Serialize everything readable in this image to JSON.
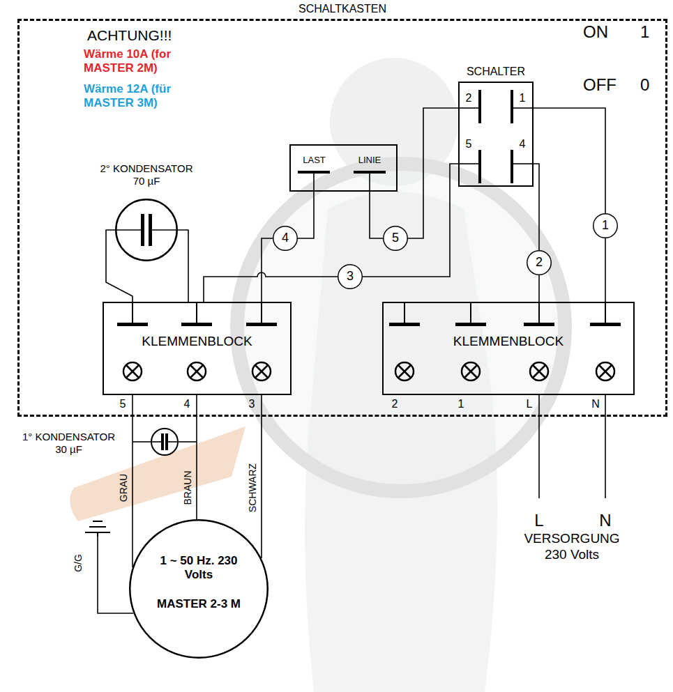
{
  "diagram": {
    "nodes": [
      {
        "text": [
          "SCHALTKASTEN"
        ]
      },
      {
        "text": [
          "SCHALTER",
          "2",
          "1",
          "5",
          "4"
        ],
        "in": 0
      },
      {
        "text": [
          "LAST",
          "LINIE"
        ],
        "in": 0
      },
      {
        "text": [
          "2° KONDENSATOR 70 µF"
        ],
        "in": 0
      },
      {
        "text": [
          "KLEMMENBLOCK",
          "5",
          "4",
          "3"
        ],
        "in": 0
      },
      {
        "text": [
          "KLEMMENBLOCK",
          "2",
          "1",
          "L",
          "N"
        ],
        "in": 0
      },
      {
        "text": [
          "1"
        ],
        "in": 0
      },
      {
        "text": [
          "2"
        ],
        "in": 0
      },
      {
        "text": [
          "3"
        ],
        "in": 0
      },
      {
        "text": [
          "4"
        ],
        "in": 0
      },
      {
        "text": [
          "5"
        ],
        "in": 0
      },
      {
        "text": [
          "1° KONDENSATOR 30 µF"
        ]
      },
      {
        "text": [
          "1 ~ 50 Hz. 230 Volts",
          "MASTER 2-3 M"
        ]
      }
    ],
    "edges": [
      {
        "from": 1,
        "to": 6,
        "arrow": "none"
      },
      {
        "from": 6,
        "to": 5,
        "arrow": "none"
      },
      {
        "from": 1,
        "to": 7,
        "arrow": "none"
      },
      {
        "from": 7,
        "to": 5,
        "arrow": "none"
      },
      {
        "from": 1,
        "to": 8,
        "arrow": "none"
      },
      {
        "from": 8,
        "to": 4,
        "arrow": "none"
      },
      {
        "from": 2,
        "to": 9,
        "arrow": "none"
      },
      {
        "from": 9,
        "to": 4,
        "arrow": "none"
      },
      {
        "from": 2,
        "to": 10,
        "arrow": "none"
      },
      {
        "from": 10,
        "to": 1,
        "arrow": "none"
      },
      {
        "from": 3,
        "to": 4,
        "arrow": "none"
      },
      {
        "from": 3,
        "to": 4,
        "arrow": "none"
      },
      {
        "from": 12,
        "to": 4,
        "label": "GRAU",
        "arrow": "none"
      },
      {
        "from": 12,
        "to": 4,
        "label": "BRAUN",
        "arrow": "none"
      },
      {
        "from": 12,
        "to": 4,
        "label": "SCHWARZ",
        "arrow": "none"
      }
    ],
    "labels": [
      "ACHTUNG!!!",
      "Wärme 10A (for MASTER 2M)",
      "Wärme 12A (für MASTER 3M)",
      "ON",
      "1",
      "OFF",
      "0",
      "G/G",
      "L",
      "N",
      "VERSORGUNG 230 Volts"
    ]
  }
}
